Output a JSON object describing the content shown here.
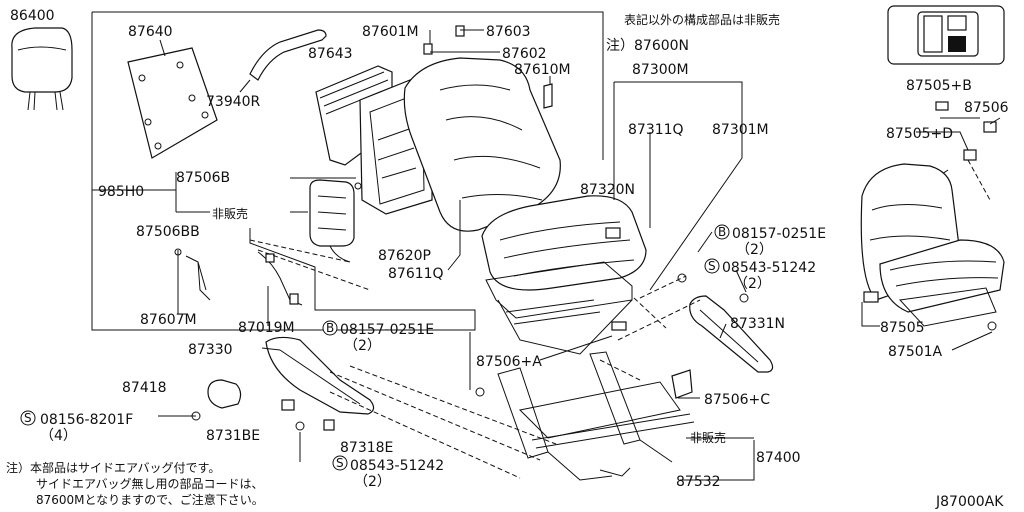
{
  "diagram": {
    "code": "J87000AK",
    "top_note": "表記以外の構成部品は非販売",
    "bottom_note": [
      "注）本部品はサイドエアバッグ付です。",
      "サイドエアバッグ無し用の部品コードは、",
      "87600Mとなりますので、ご注意下さい。"
    ],
    "labels": [
      {
        "id": "p86400",
        "text": "86400"
      },
      {
        "id": "p87640",
        "text": "87640"
      },
      {
        "id": "p87601m",
        "text": "87601M"
      },
      {
        "id": "p87603",
        "text": "87603"
      },
      {
        "id": "p87643",
        "text": "87643"
      },
      {
        "id": "p87602",
        "text": "87602"
      },
      {
        "id": "p87600n",
        "text": "注）87600N"
      },
      {
        "id": "p87610m",
        "text": "87610M"
      },
      {
        "id": "p73940r",
        "text": "73940R"
      },
      {
        "id": "p87300m",
        "text": "87300M"
      },
      {
        "id": "p87311q",
        "text": "87311Q"
      },
      {
        "id": "p87301m",
        "text": "87301M"
      },
      {
        "id": "p87506b",
        "text": "87506B"
      },
      {
        "id": "p985h0",
        "text": "985H0"
      },
      {
        "id": "p_hanbai1",
        "text": "非販売"
      },
      {
        "id": "p87320n",
        "text": "87320N"
      },
      {
        "id": "p08157a",
        "text": "08157-0251E"
      },
      {
        "id": "p08157a_q",
        "text": "（2）"
      },
      {
        "id": "p87506bb",
        "text": "87506BB"
      },
      {
        "id": "p08543a",
        "text": "08543-51242"
      },
      {
        "id": "p08543a_q",
        "text": "（2）"
      },
      {
        "id": "p87620p",
        "text": "87620P"
      },
      {
        "id": "p87611q",
        "text": "87611Q"
      },
      {
        "id": "p87331n",
        "text": "87331N"
      },
      {
        "id": "p87607m",
        "text": "87607M"
      },
      {
        "id": "p87019m",
        "text": "87019M"
      },
      {
        "id": "p08157b",
        "text": "08157-0251E"
      },
      {
        "id": "p08157b_q",
        "text": "（2）"
      },
      {
        "id": "p87330",
        "text": "87330"
      },
      {
        "id": "p87506a",
        "text": "87506+A"
      },
      {
        "id": "p87418",
        "text": "87418"
      },
      {
        "id": "p87506c",
        "text": "87506+C"
      },
      {
        "id": "p08156",
        "text": "08156-8201F"
      },
      {
        "id": "p08156_q",
        "text": "（4）"
      },
      {
        "id": "p8731be",
        "text": "8731BE"
      },
      {
        "id": "p87318e",
        "text": "87318E"
      },
      {
        "id": "p_hanbai2",
        "text": "非販売"
      },
      {
        "id": "p87400",
        "text": "87400"
      },
      {
        "id": "p08543b",
        "text": "08543-51242"
      },
      {
        "id": "p08543b_q",
        "text": "（2）"
      },
      {
        "id": "p87532",
        "text": "87532"
      },
      {
        "id": "p87505b",
        "text": "87505+B"
      },
      {
        "id": "p87506",
        "text": "87506"
      },
      {
        "id": "p87505d",
        "text": "87505+D"
      },
      {
        "id": "p87505",
        "text": "87505"
      },
      {
        "id": "p87501a",
        "text": "87501A"
      }
    ]
  }
}
